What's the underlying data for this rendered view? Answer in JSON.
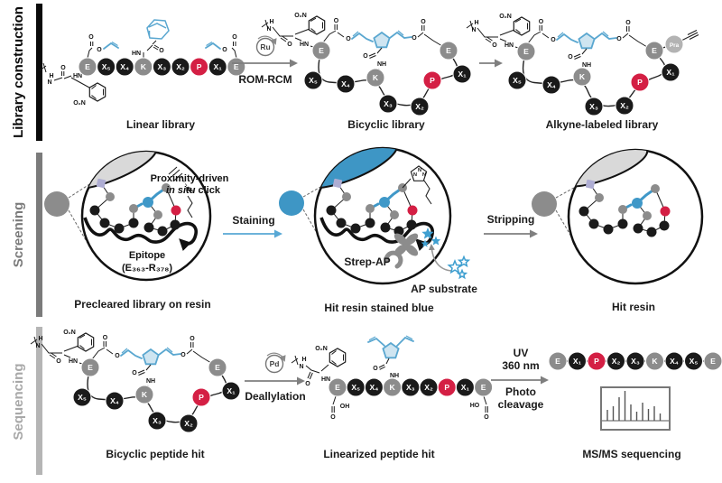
{
  "sections": {
    "library_construction": "Library construction",
    "screening": "Screening",
    "sequencing": "Sequencing"
  },
  "colors": {
    "blue_line": "#5aa7d0",
    "stain_blue": "#3e96c5",
    "staining_arrow": "#58a8d5",
    "star_blue": "#3f9fd0",
    "red": "#d41f44",
    "gray_bead": "#8c8c8c",
    "pale_bead": "#b3b3b3",
    "black_bead": "#1a1a1a",
    "lavender": "#aeadd3",
    "bar1": "#0a0a0a",
    "bar2": "#7b7b7b",
    "bar3": "#b5b5b5"
  },
  "atoms": {
    "o": "O",
    "hn": "HN",
    "nh": "NH",
    "n": "N",
    "h": "H",
    "oh": "OH",
    "ho": "HO",
    "o2n": "O₂N",
    "n3": "N₃"
  },
  "row1": {
    "captions": {
      "linear": "Linear library",
      "bicyclic": "Bicyclic library",
      "alkyne": "Alkyne-labeled library"
    },
    "arrow1": {
      "catalyst": "Ru",
      "label": "ROM-RCM"
    },
    "seq_linear": [
      {
        "t": "E",
        "c": "gray"
      },
      {
        "t": "X₅",
        "c": "black"
      },
      {
        "t": "X₄",
        "c": "black"
      },
      {
        "t": "K",
        "c": "gray"
      },
      {
        "t": "X₃",
        "c": "black"
      },
      {
        "t": "X₂",
        "c": "black"
      },
      {
        "t": "P",
        "c": "red"
      },
      {
        "t": "X₁",
        "c": "black"
      },
      {
        "t": "E",
        "c": "gray"
      }
    ],
    "seq_bicyclic": [
      {
        "t": "E",
        "c": "gray"
      },
      {
        "t": "X₅",
        "c": "black"
      },
      {
        "t": "X₄",
        "c": "black"
      },
      {
        "t": "K",
        "c": "gray"
      },
      {
        "t": "X₃",
        "c": "black"
      },
      {
        "t": "X₂",
        "c": "black"
      },
      {
        "t": "P",
        "c": "red"
      },
      {
        "t": "X₁",
        "c": "black"
      },
      {
        "t": "E",
        "c": "gray"
      }
    ],
    "seq_alkyne": [
      {
        "t": "E",
        "c": "gray"
      },
      {
        "t": "X₅",
        "c": "black"
      },
      {
        "t": "X₄",
        "c": "black"
      },
      {
        "t": "K",
        "c": "gray"
      },
      {
        "t": "X₃",
        "c": "black"
      },
      {
        "t": "X₂",
        "c": "black"
      },
      {
        "t": "P",
        "c": "red"
      },
      {
        "t": "X₁",
        "c": "black"
      },
      {
        "t": "E",
        "c": "gray"
      },
      {
        "t": "Pra",
        "c": "pale"
      }
    ]
  },
  "row2": {
    "captions": {
      "precleared": "Precleared library on resin",
      "stained": "Hit resin stained blue",
      "hit": "Hit resin"
    },
    "labels": {
      "proximity": "Proximity-driven",
      "in_situ": "in situ",
      "click": " click",
      "epitope": "Epitope",
      "epitope_range": "(E₃₆₃-R₃₇₈)",
      "strep_ap": "Strep-AP",
      "ap_substrate": "AP substrate",
      "staining": "Staining",
      "stripping": "Stripping"
    }
  },
  "row3": {
    "captions": {
      "bicyclic_hit": "Bicyclic peptide hit",
      "linearized": "Linearized peptide hit",
      "msms": "MS/MS sequencing"
    },
    "arrow1": {
      "catalyst": "Pd",
      "label": "Deallylation"
    },
    "arrow2": {
      "line1": "UV",
      "line2": "360 nm",
      "line3": "Photo",
      "line4": "cleavage"
    },
    "seq_bicyclic": [
      {
        "t": "E",
        "c": "gray"
      },
      {
        "t": "X₅",
        "c": "black"
      },
      {
        "t": "X₄",
        "c": "black"
      },
      {
        "t": "K",
        "c": "gray"
      },
      {
        "t": "X₃",
        "c": "black"
      },
      {
        "t": "X₂",
        "c": "black"
      },
      {
        "t": "P",
        "c": "red"
      },
      {
        "t": "X₁",
        "c": "black"
      },
      {
        "t": "E",
        "c": "gray"
      }
    ],
    "seq_linear": [
      {
        "t": "E",
        "c": "gray"
      },
      {
        "t": "X₅",
        "c": "black"
      },
      {
        "t": "X₄",
        "c": "black"
      },
      {
        "t": "K",
        "c": "gray"
      },
      {
        "t": "X₃",
        "c": "black"
      },
      {
        "t": "X₂",
        "c": "black"
      },
      {
        "t": "P",
        "c": "red"
      },
      {
        "t": "X₁",
        "c": "black"
      },
      {
        "t": "E",
        "c": "gray"
      }
    ],
    "seq_final": [
      {
        "t": "E",
        "c": "gray"
      },
      {
        "t": "X₁",
        "c": "black"
      },
      {
        "t": "P",
        "c": "red"
      },
      {
        "t": "X₂",
        "c": "black"
      },
      {
        "t": "X₃",
        "c": "black"
      },
      {
        "t": "K",
        "c": "gray"
      },
      {
        "t": "X₄",
        "c": "black"
      },
      {
        "t": "X₅",
        "c": "black"
      },
      {
        "t": "E",
        "c": "gray"
      }
    ],
    "spectrum_peaks": [
      12,
      16,
      26,
      33,
      18,
      10,
      20,
      13,
      16,
      8
    ]
  }
}
